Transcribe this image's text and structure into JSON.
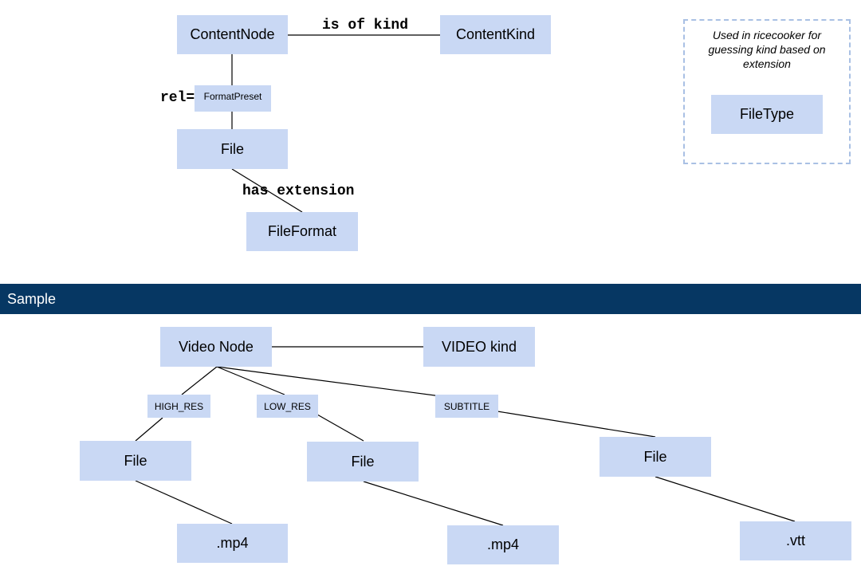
{
  "schema": {
    "content_node": "ContentNode",
    "content_kind": "ContentKind",
    "edge_is_of_kind": "is of kind",
    "rel_label": "rel=",
    "format_preset": "FormatPreset",
    "file": "File",
    "edge_has_extension": "has extension",
    "file_format": "FileFormat",
    "note": "Used in ricecooker for guessing kind based on extension",
    "file_type": "FileType"
  },
  "section": {
    "title": "Sample"
  },
  "sample": {
    "video_node": "Video Node",
    "video_kind": "VIDEO kind",
    "presets": [
      "HIGH_RES",
      "LOW_RES",
      "SUBTITLE"
    ],
    "files": [
      "File",
      "File",
      "File"
    ],
    "extensions": [
      ".mp4",
      ".mp4",
      ".vtt"
    ]
  }
}
